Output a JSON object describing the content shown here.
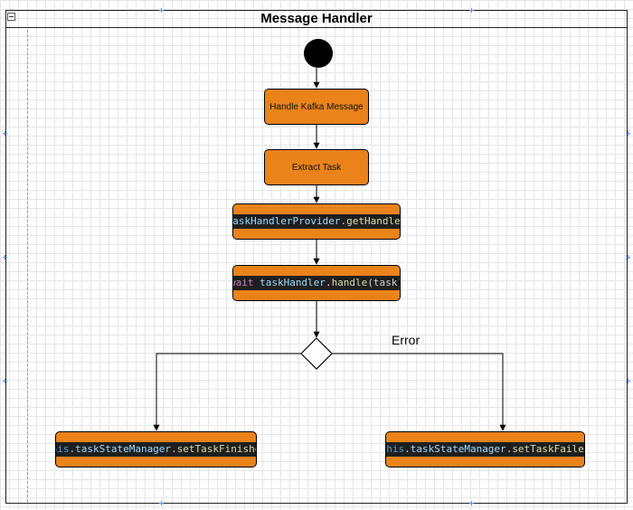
{
  "title": "Message Handler",
  "nodes": {
    "handle_kafka": "Handle Kafka Message",
    "extract_task": "Extract Task",
    "get_handler": {
      "obj": "taskHandlerProvider",
      "dot": ".",
      "method": "getHandler"
    },
    "handle_task": {
      "await": "await",
      "sp1": " ",
      "obj": "taskHandler",
      "dot": ".",
      "method": "handle",
      "args": "(task);"
    },
    "set_finished": {
      "this": "this",
      "dot1": ".",
      "obj": "taskStateManager",
      "dot2": ".",
      "method": "setTaskFinished"
    },
    "set_failed": {
      "this": "this",
      "dot1": ".",
      "obj": "taskStateManager",
      "dot2": ".",
      "method": "setTaskFailed"
    }
  },
  "edge_labels": {
    "error": "Error"
  },
  "colors": {
    "node_fill": "#e9831a",
    "code_bg": "#1f1f1f",
    "accent": "#5b8def"
  }
}
